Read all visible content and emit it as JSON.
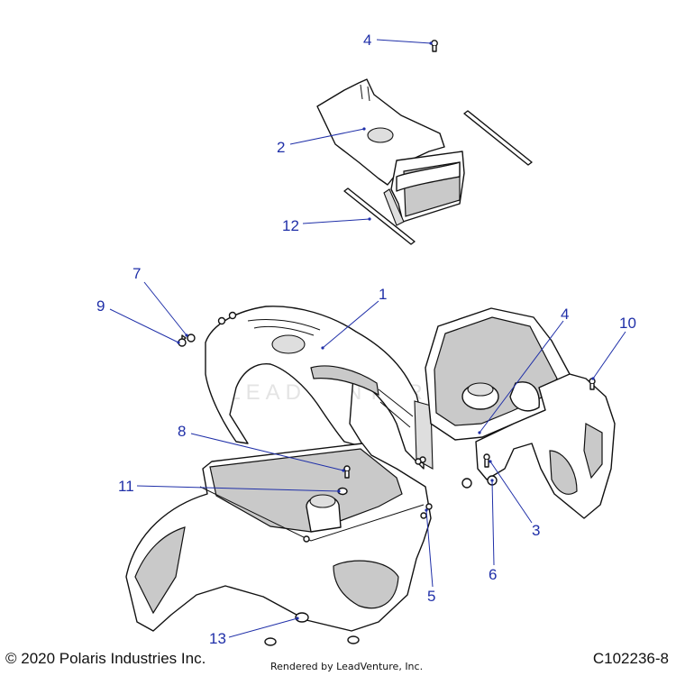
{
  "diagram": {
    "callouts": [
      {
        "id": "c4a",
        "label": "4"
      },
      {
        "id": "c2",
        "label": "2"
      },
      {
        "id": "c12",
        "label": "12"
      },
      {
        "id": "c7",
        "label": "7"
      },
      {
        "id": "c9",
        "label": "9"
      },
      {
        "id": "c1",
        "label": "1"
      },
      {
        "id": "c4b",
        "label": "4"
      },
      {
        "id": "c10",
        "label": "10"
      },
      {
        "id": "c8",
        "label": "8"
      },
      {
        "id": "c11",
        "label": "11"
      },
      {
        "id": "c3",
        "label": "3"
      },
      {
        "id": "c6",
        "label": "6"
      },
      {
        "id": "c5",
        "label": "5"
      },
      {
        "id": "c13",
        "label": "13"
      }
    ],
    "watermark": "LEADVENTURE"
  },
  "footer": {
    "copyright": "© 2020 Polaris Industries Inc.",
    "rendered_by": "Rendered by LeadVenture, Inc.",
    "drawing_id": "C102236-8"
  },
  "colors": {
    "callout": "#1f2fa8",
    "line": "#111111",
    "shade": "#c9c9c9"
  }
}
